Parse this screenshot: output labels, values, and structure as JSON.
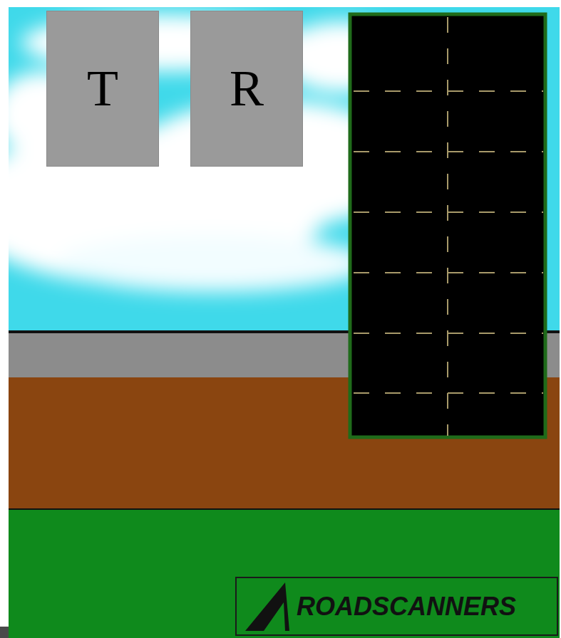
{
  "diagram": {
    "nodes": [
      {
        "text": [
          "T"
        ]
      },
      {
        "text": [
          "R"
        ]
      },
      {
        "text": [
          "ROADSCANNERS"
        ]
      }
    ]
  }
}
